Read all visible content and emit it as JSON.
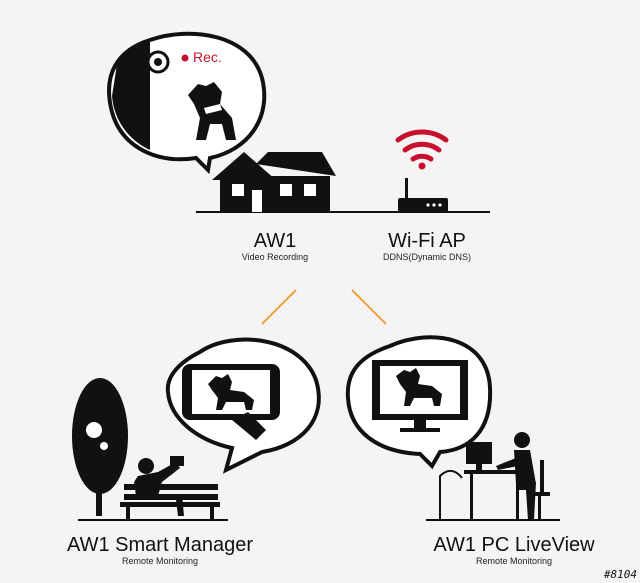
{
  "colors": {
    "background": "#f4f4f4",
    "ink": "#111111",
    "accent_red": "#c8102e",
    "connector": "#f0a040"
  },
  "bubble_camera": {
    "rec_label": "Rec."
  },
  "aw1": {
    "title": "AW1",
    "subtitle": "Video Recording"
  },
  "wifi_ap": {
    "title": "Wi-Fi AP",
    "subtitle": "DDNS(Dynamic DNS)"
  },
  "smart_manager": {
    "title": "AW1 Smart Manager",
    "subtitle": "Remote Monitoring"
  },
  "pc_liveview": {
    "title": "AW1 PC LiveView",
    "subtitle": "Remote Monitoring"
  },
  "watermark": "#8104",
  "icons": [
    "camera-icon",
    "dog-icon",
    "house-icon",
    "wifi-router-icon",
    "tree-icon",
    "bench-person-icon",
    "smartphone-icon",
    "monitor-icon",
    "desk-person-icon"
  ]
}
